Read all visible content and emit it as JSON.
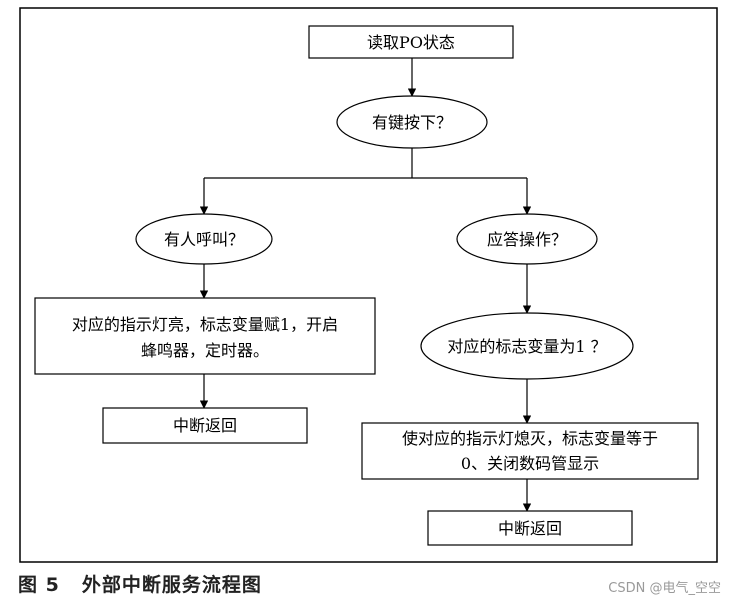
{
  "nodes": {
    "read_status": "读取PO状态",
    "key_pressed": "有键按下？",
    "someone_calling": "有人呼叫？",
    "answer_action": "应答操作？",
    "calling_action_line1": "对应的指示灯亮，标志变量赋1，开启",
    "calling_action_line2": "蜂鸣器，定时器。",
    "flag_is_one": "对应的标志变量为1 ？",
    "answer_action_line1": "使对应的指示灯熄灭，标志变量等于",
    "answer_action_line2": "0、关闭数码管显示",
    "return_left": "中断返回",
    "return_right": "中断返回"
  },
  "caption": {
    "label": "图 5",
    "title": "外部中断服务流程图"
  },
  "watermark": "CSDN @电气_空空"
}
